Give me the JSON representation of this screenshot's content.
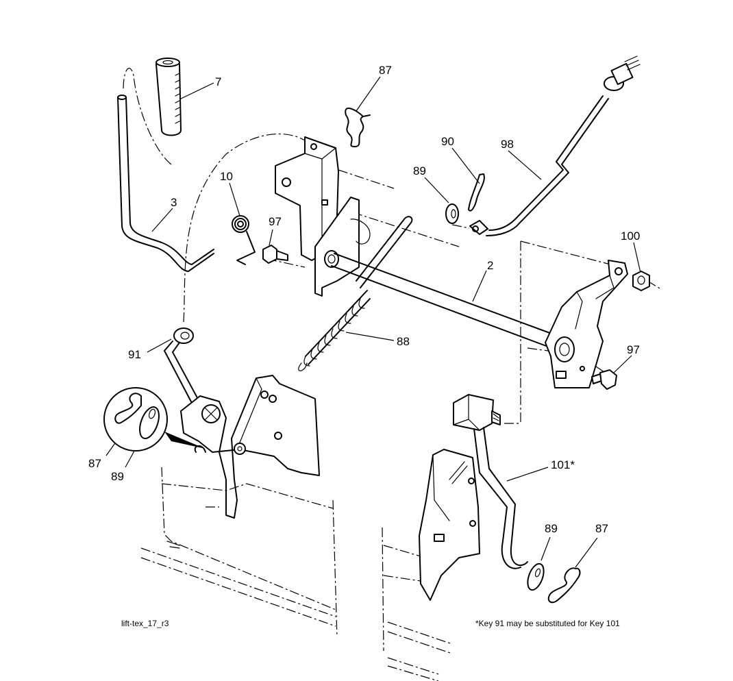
{
  "callouts": {
    "k7": "7",
    "k87_top": "87",
    "k10": "10",
    "k3": "3",
    "k97_left": "97",
    "k90": "90",
    "k98": "98",
    "k89_top": "89",
    "k100": "100",
    "k2": "2",
    "k88": "88",
    "k91": "91",
    "k97_right": "97",
    "k101": "101*",
    "k87_inset": "87",
    "k89_inset": "89",
    "k89_bottom": "89",
    "k87_bottom": "87"
  },
  "footer": {
    "drawing_id": "lift-tex_17_r3",
    "note": "*Key 91 may be substituted for Key 101"
  }
}
